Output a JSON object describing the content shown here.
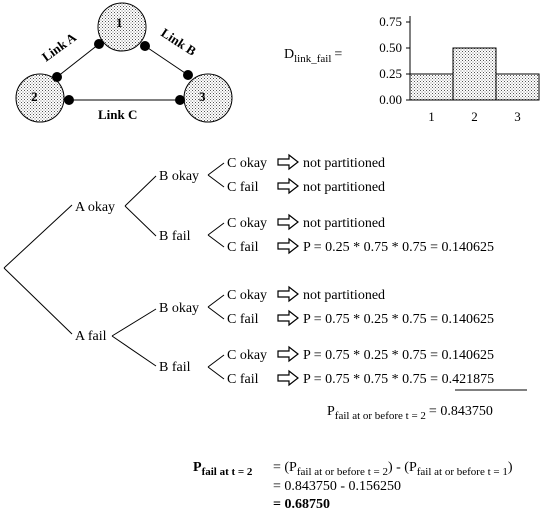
{
  "network": {
    "nodes": [
      "1",
      "2",
      "3"
    ],
    "links": [
      "Link A",
      "Link B",
      "Link C"
    ]
  },
  "distribution": {
    "label_main": "D",
    "label_sub": "link_fail",
    "label_eq": "="
  },
  "chart_data": {
    "type": "bar",
    "categories": [
      "1",
      "2",
      "3"
    ],
    "values": [
      0.25,
      0.5,
      0.25
    ],
    "ytick_labels": [
      "0.75",
      "0.50",
      "0.25",
      "0.00"
    ],
    "ylim": [
      0,
      0.75
    ]
  },
  "tree": {
    "level1": [
      "A okay",
      "A fail"
    ],
    "level2": [
      "B okay",
      "B fail",
      "B okay",
      "B fail"
    ],
    "leaves": [
      {
        "c": "C okay",
        "result": "not partitioned"
      },
      {
        "c": "C fail",
        "result": "not partitioned"
      },
      {
        "c": "C okay",
        "result": "not partitioned"
      },
      {
        "c": "C fail",
        "result": "P = 0.25 * 0.75 * 0.75 = 0.140625"
      },
      {
        "c": "C okay",
        "result": "not partitioned"
      },
      {
        "c": "C fail",
        "result": "P = 0.75 * 0.25 * 0.75 = 0.140625"
      },
      {
        "c": "C okay",
        "result": "P = 0.75 * 0.25 * 0.75 = 0.140625"
      },
      {
        "c": "C fail",
        "result_prefix": "P = 0.75 * 0.75 * 0.75 = ",
        "result_value": "0.421875"
      }
    ],
    "sum": {
      "p": "P",
      "sub": "fail at or before t = 2",
      "value": "= 0.843750"
    }
  },
  "final": {
    "lhs_p": "P",
    "lhs_sub": "fail at t = 2",
    "line1_a": "= (P",
    "line1_a_sub": "fail at or before t = 2",
    "line1_b": ") - (P",
    "line1_b_sub": "fail at or before t = 1",
    "line1_c": ")",
    "line2": "= 0.843750 - 0.156250",
    "line3": "= 0.68750"
  }
}
